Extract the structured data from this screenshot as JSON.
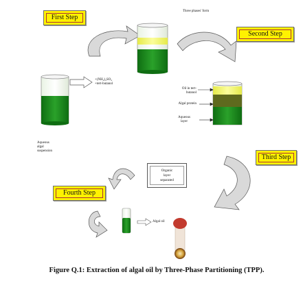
{
  "steps": {
    "first": "First Step",
    "second": "Second Step",
    "third": "Third Step",
    "fourth": "Fourth Step"
  },
  "labels": {
    "three_phases": "Three phases' form",
    "reagents_line1": "+(NH₄)₂SO₄",
    "reagents_line2": "+tert-butanol",
    "oil_line1": "Oil in tert-",
    "oil_line2": "butanol",
    "algal_protein": "Algal protein",
    "aqueous_line1": "Aqueous",
    "aqueous_line2": "layer",
    "suspension_line1": "Aqueous",
    "suspension_line2": "algal",
    "suspension_line3": "suspension",
    "organic_line1": "Organic",
    "organic_line2": "layer",
    "organic_line3": "separated",
    "algal_oil": "Algal oil"
  },
  "caption": "Figure Q.1: Extraction of algal oil by Three-Phase Partitioning (TPP).",
  "colors": {
    "step_fill": "#fff200",
    "liquid_green": "#1e8a1e",
    "oil_yellow": "#f2f46a",
    "arrow_gray": "#d4d4d4"
  }
}
